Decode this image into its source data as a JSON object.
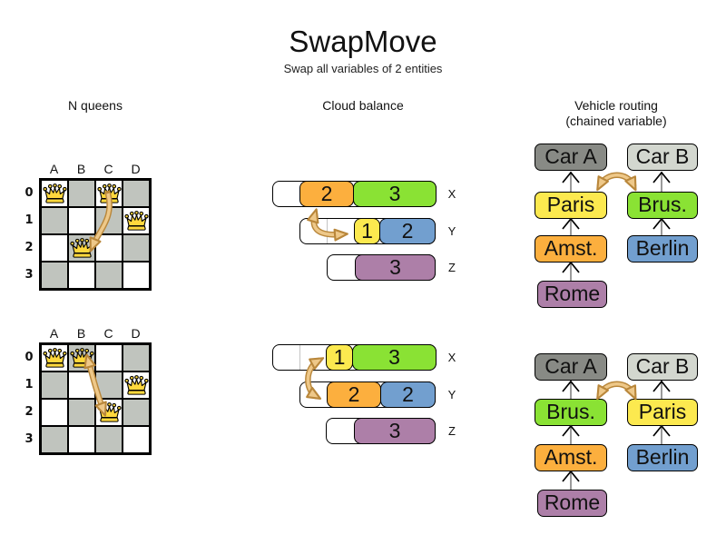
{
  "title": "SwapMove",
  "subtitle": "Swap all variables of 2 entities",
  "columns": {
    "nqueens": "N queens",
    "cloud": "Cloud balance",
    "vehicle_line1": "Vehicle routing",
    "vehicle_line2": "(chained variable)"
  },
  "nqueens": {
    "col_headers": [
      "A",
      "B",
      "C",
      "D"
    ],
    "row_headers": [
      "0",
      "1",
      "2",
      "3"
    ],
    "before": {
      "queens": [
        "A0",
        "C0",
        "D1",
        "B2"
      ]
    },
    "after": {
      "queens": [
        "A0",
        "B0",
        "D1",
        "C2"
      ]
    }
  },
  "cloud": {
    "row_labels": [
      "X",
      "Y",
      "Z"
    ],
    "before": {
      "rows": [
        {
          "label": "X",
          "blocks": [
            {
              "value": "2",
              "color": "orange"
            },
            {
              "value": "3",
              "color": "green"
            }
          ]
        },
        {
          "label": "Y",
          "blocks": [
            {
              "value": "1",
              "color": "yellow"
            },
            {
              "value": "2",
              "color": "blue"
            }
          ]
        },
        {
          "label": "Z",
          "blocks": [
            {
              "value": "3",
              "color": "purple"
            }
          ]
        }
      ]
    },
    "after": {
      "rows": [
        {
          "label": "X",
          "blocks": [
            {
              "value": "1",
              "color": "yellow"
            },
            {
              "value": "3",
              "color": "green"
            }
          ]
        },
        {
          "label": "Y",
          "blocks": [
            {
              "value": "2",
              "color": "orange"
            },
            {
              "value": "2",
              "color": "blue"
            }
          ]
        },
        {
          "label": "Z",
          "blocks": [
            {
              "value": "3",
              "color": "purple"
            }
          ]
        }
      ]
    }
  },
  "vehicle": {
    "before": {
      "left_chain": [
        {
          "label": "Car A",
          "color": "car-a"
        },
        {
          "label": "Paris",
          "color": "yellow"
        },
        {
          "label": "Amst.",
          "color": "orange"
        },
        {
          "label": "Rome",
          "color": "purple"
        }
      ],
      "right_chain": [
        {
          "label": "Car B",
          "color": "car-b"
        },
        {
          "label": "Brus.",
          "color": "green"
        },
        {
          "label": "Berlin",
          "color": "blue"
        }
      ]
    },
    "after": {
      "left_chain": [
        {
          "label": "Car A",
          "color": "car-a"
        },
        {
          "label": "Brus.",
          "color": "green"
        },
        {
          "label": "Amst.",
          "color": "orange"
        },
        {
          "label": "Rome",
          "color": "purple"
        }
      ],
      "right_chain": [
        {
          "label": "Car B",
          "color": "car-b"
        },
        {
          "label": "Paris",
          "color": "yellow"
        },
        {
          "label": "Berlin",
          "color": "blue"
        }
      ]
    }
  },
  "palette": {
    "orange": "#fcaf3e",
    "green": "#8ae234",
    "yellow": "#fce94f",
    "blue": "#729fcf",
    "purple": "#ad7fa8",
    "car_a": "#888a85",
    "car_b": "#d3d7cf",
    "board_dark": "#c0c4be",
    "queen_gold": "#ffd83d",
    "swap_fill": "#eec889",
    "swap_stroke": "#b9873b",
    "chain_line": "#808080"
  }
}
